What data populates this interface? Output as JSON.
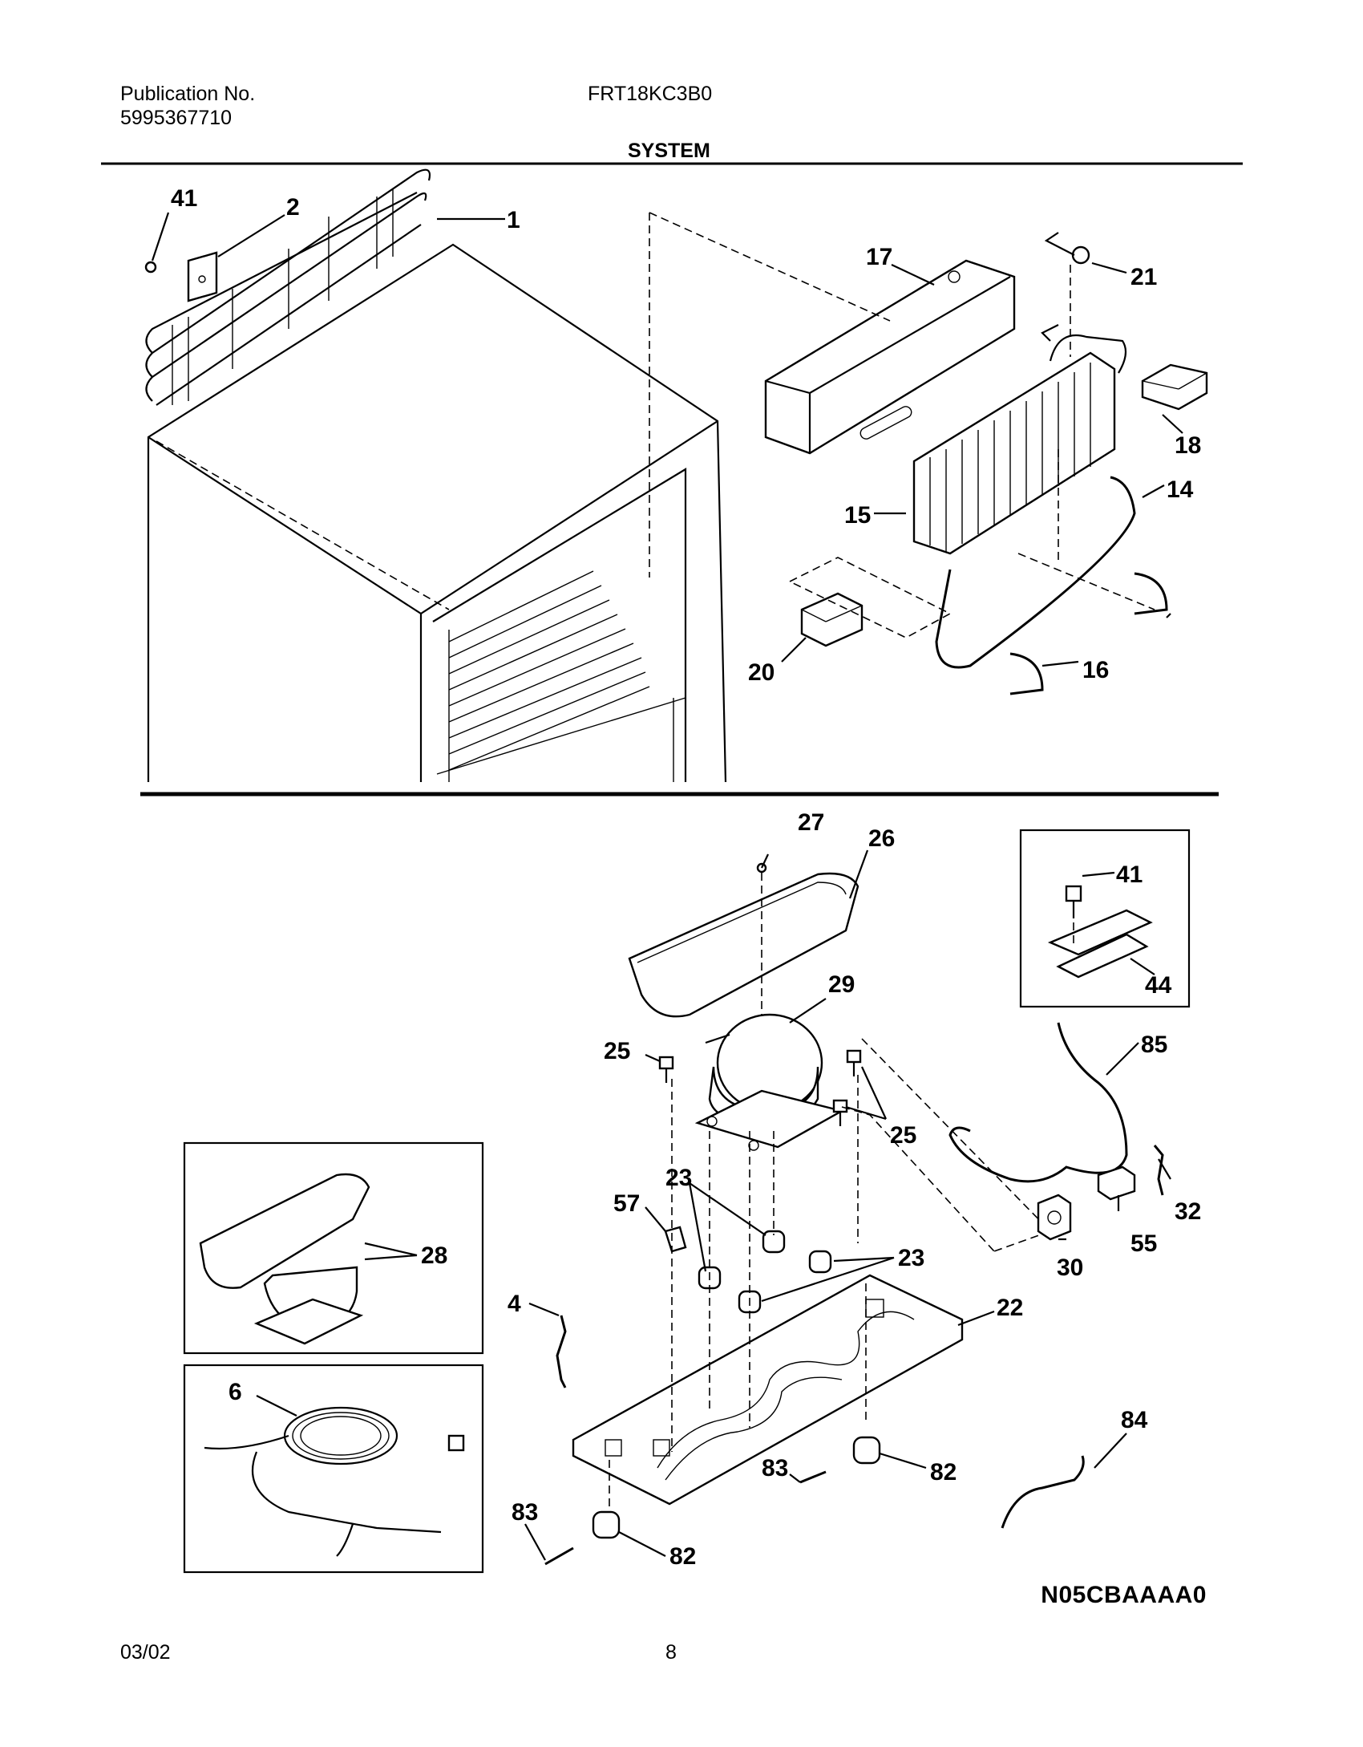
{
  "header": {
    "publication_label": "Publication No.",
    "publication_number": "5995367710",
    "model": "FRT18KC3B0",
    "section_title": "SYSTEM"
  },
  "callouts": {
    "c1": "1",
    "c2": "2",
    "c41a": "41",
    "c17": "17",
    "c21": "21",
    "c18": "18",
    "c14": "14",
    "c15": "15",
    "c20": "20",
    "c16": "16",
    "c27": "27",
    "c26": "26",
    "c29": "29",
    "c41b": "41",
    "c44": "44",
    "c25a": "25",
    "c25b": "25",
    "c85": "85",
    "c28": "28",
    "c23a": "23",
    "c57": "57",
    "c23b": "23",
    "c32": "32",
    "c55": "55",
    "c30": "30",
    "c4": "4",
    "c22": "22",
    "c6": "6",
    "c84": "84",
    "c83a": "83",
    "c82a": "82",
    "c83b": "83",
    "c82b": "82"
  },
  "diagram_code": "N05CBAAAA0",
  "footer": {
    "date": "03/02",
    "page": "8"
  }
}
